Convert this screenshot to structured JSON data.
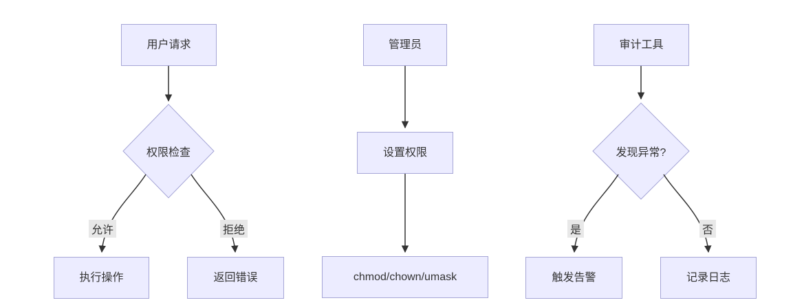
{
  "colors": {
    "node_fill": "#ECECFF",
    "node_border": "#A5A5D6",
    "edge": "#333333",
    "label_bg": "#E8E8E8",
    "text": "#333333"
  },
  "flows": [
    {
      "name": "permission-check-flow",
      "nodes": {
        "start": "用户请求",
        "decision": "权限检查",
        "yes_target": "执行操作",
        "no_target": "返回错误"
      },
      "edge_labels": {
        "yes": "允许",
        "no": "拒绝"
      }
    },
    {
      "name": "admin-flow",
      "nodes": {
        "start": "管理员",
        "step": "设置权限",
        "end": "chmod/chown/umask"
      }
    },
    {
      "name": "audit-flow",
      "nodes": {
        "start": "审计工具",
        "decision": "发现异常?",
        "yes_target": "触发告警",
        "no_target": "记录日志"
      },
      "edge_labels": {
        "yes": "是",
        "no": "否"
      }
    }
  ]
}
